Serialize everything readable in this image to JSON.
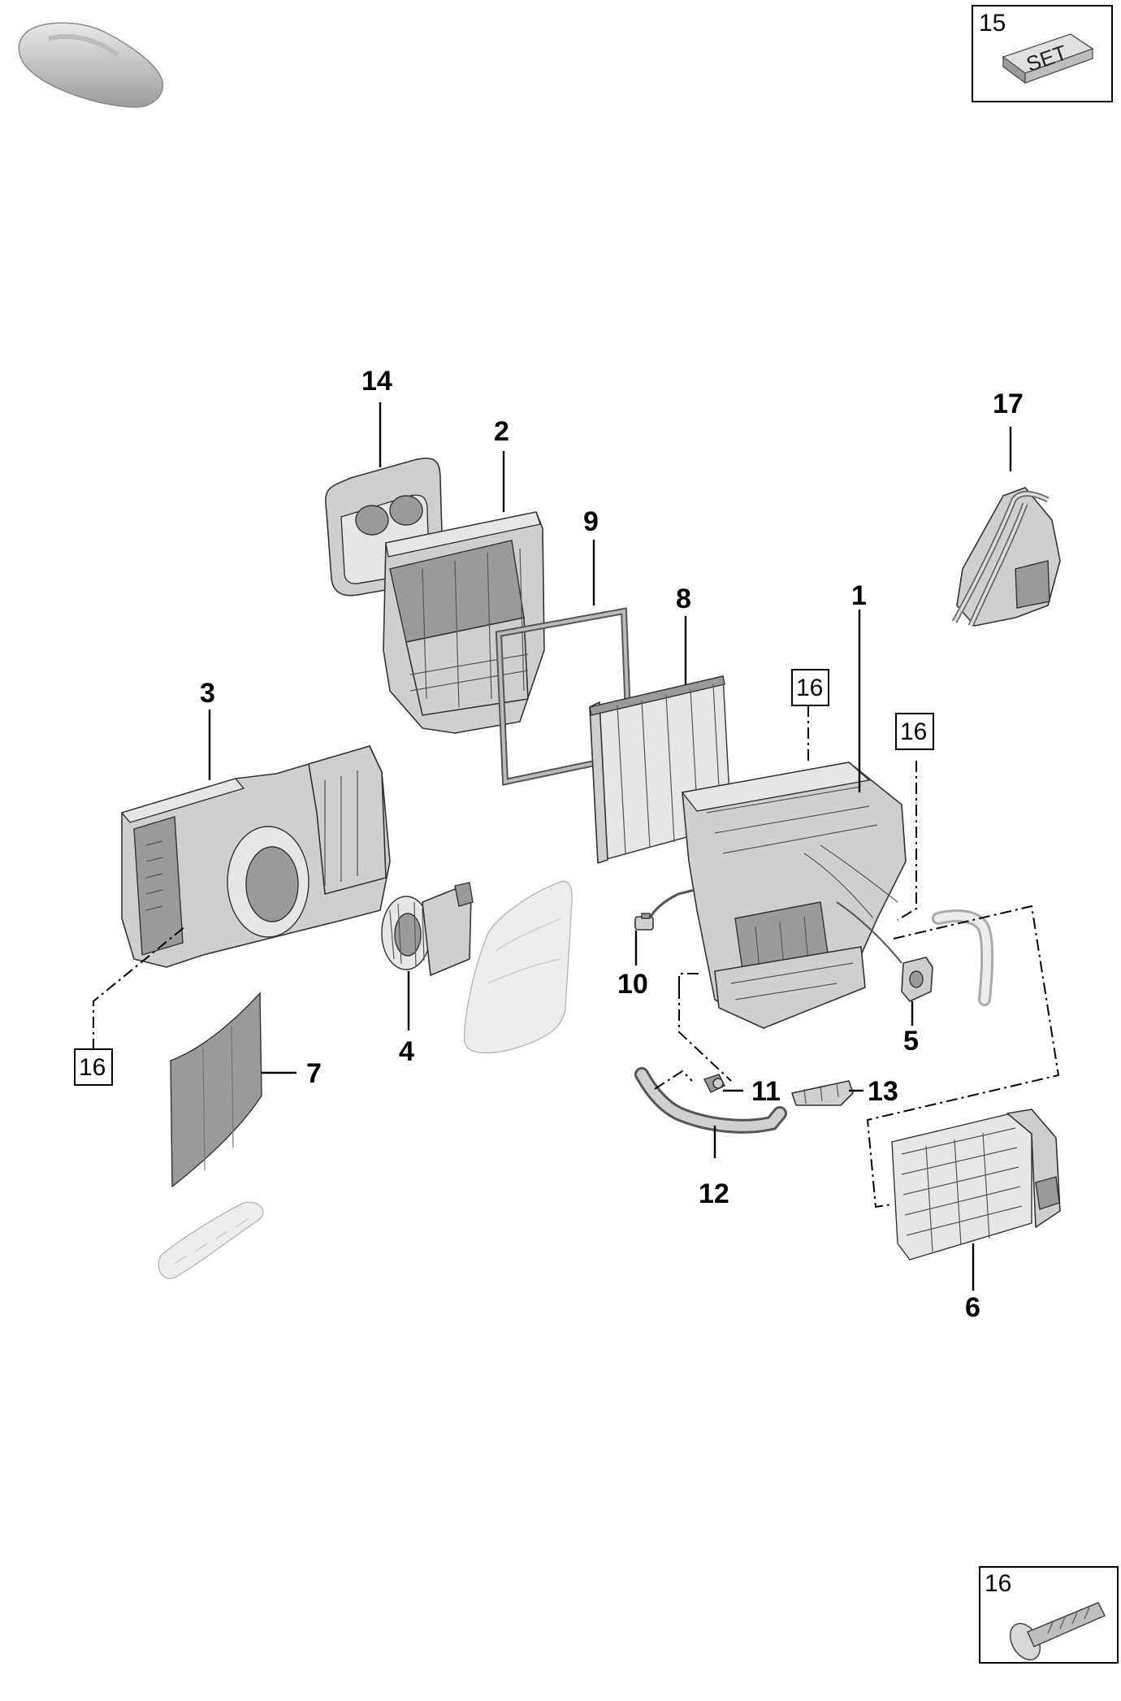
{
  "callouts": {
    "c1": "1",
    "c2": "2",
    "c3": "3",
    "c4": "4",
    "c5": "5",
    "c6": "6",
    "c7": "7",
    "c8": "8",
    "c9": "9",
    "c10": "10",
    "c11": "11",
    "c12": "12",
    "c13": "13",
    "c14": "14",
    "c17": "17"
  },
  "ref_boxes": {
    "r16_top": "16",
    "r16_right": "16",
    "r16_left": "16"
  },
  "legend": {
    "set_box": {
      "number": "15",
      "label": "SET"
    },
    "bolt_box": {
      "number": "16"
    }
  },
  "icons": {
    "car_thumbnail": "car-silhouette-icon",
    "set_block": "set-block-icon",
    "bolt": "bolt-icon"
  }
}
